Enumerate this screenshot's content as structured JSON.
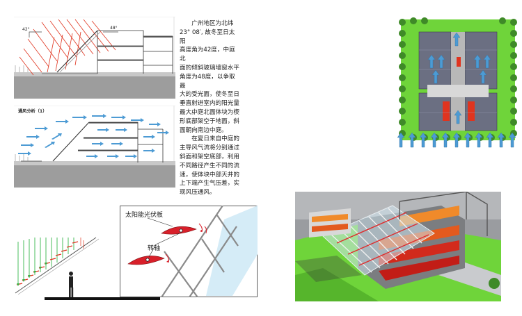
{
  "sun_section": {
    "angle_left": "42°",
    "angle_right": "48°"
  },
  "sun_text": [
    "　　广州地区为北纬",
    "23° 08′, 故冬至日太阳",
    "高度角为42度，中庭北",
    "面的倾斜玻璃墙窗水平",
    "角度为48度，以争取最",
    "大的受光面，使冬至日",
    "垂直射进室内的阳光量",
    "最大。"
  ],
  "vent_section": {
    "title": "通风分析（1）"
  },
  "vent_text": [
    "　　中庭北面体块为楔",
    "形底部架空于地面，斜",
    "面朝向南边中庭。",
    "　　在夏日来自中庭的",
    "主导风气流将分别通过",
    "斜面和架空底部，利用",
    "不同路径产生不同的流",
    "速，使体块中部天井的",
    "上下端产生气压差，实",
    "现风压通风。"
  ],
  "pv_detail": {
    "label_panel": "太阳能光伏板",
    "label_axis": "转轴"
  },
  "colors": {
    "sun_ray": "#e0341f",
    "wind_arrow": "#4d9bd4",
    "ground": "#9d9d9d",
    "green_plane": "#6fd43a",
    "roof_grey": "#6b6f82",
    "pv_red": "#d8202a"
  }
}
